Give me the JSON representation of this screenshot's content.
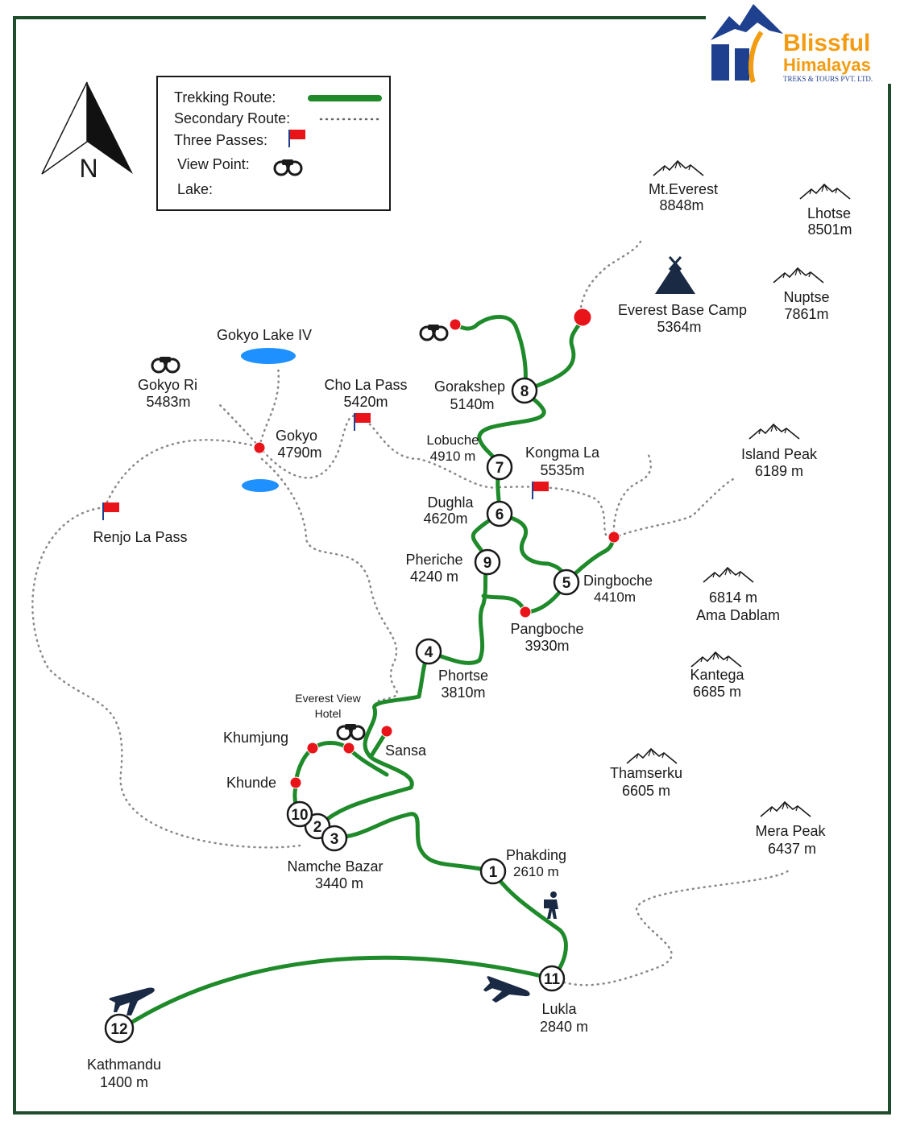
{
  "legend": {
    "trekking_route": "Trekking Route:",
    "secondary_route": "Secondary  Route:",
    "three_passes": "Three Passes:",
    "view_point": "View Point:",
    "lake": "Lake:"
  },
  "compass": {
    "north": "N"
  },
  "logo": {
    "line1": "Blissful",
    "line2": "Himalayas",
    "tagline": "TREKS & TOURS PVT. LTD."
  },
  "colors": {
    "route": "#1e8a2a",
    "frame": "#1f4d2b",
    "marker": "#e8141a",
    "lake": "#1e90ff",
    "logo_blue": "#1f3f8f",
    "logo_orange": "#f39c12"
  },
  "stops": [
    {
      "num": "1"
    },
    {
      "num": "2"
    },
    {
      "num": "3"
    },
    {
      "num": "4"
    },
    {
      "num": "5"
    },
    {
      "num": "6"
    },
    {
      "num": "7"
    },
    {
      "num": "8"
    },
    {
      "num": "9"
    },
    {
      "num": "10"
    },
    {
      "num": "11"
    },
    {
      "num": "12"
    }
  ],
  "places": {
    "phakding": {
      "name": "Phakding",
      "alt": "2610 m"
    },
    "namche": {
      "name": "Namche Bazar",
      "alt": "3440 m"
    },
    "phortse": {
      "name": "Phortse",
      "alt": "3810m"
    },
    "dingboche": {
      "name": "Dingboche",
      "alt": "4410m"
    },
    "dughla": {
      "name": "Dughla",
      "alt": "4620m"
    },
    "lobuche": {
      "name": "Lobuche",
      "alt": "4910 m"
    },
    "gorakshep": {
      "name": "Gorakshep",
      "alt": "5140m"
    },
    "pheriche": {
      "name": "Pheriche",
      "alt": "4240 m"
    },
    "pangboche": {
      "name": "Pangboche",
      "alt": "3930m"
    },
    "lukla": {
      "name": "Lukla",
      "alt": "2840 m"
    },
    "kathmandu": {
      "name": "Kathmandu",
      "alt": "1400 m"
    },
    "sansa": {
      "name": "Sansa"
    },
    "khumjung": {
      "name": "Khumjung"
    },
    "khunde": {
      "name": "Khunde"
    },
    "evh1": {
      "name": "Everest View"
    },
    "evh2": {
      "name": "Hotel"
    },
    "gokyo": {
      "name": "Gokyo",
      "alt": "4790m"
    },
    "gokyo_ri": {
      "name": "Gokyo Ri",
      "alt": "5483m"
    },
    "gokyo_lake": {
      "name": "Gokyo Lake IV"
    },
    "cho_la": {
      "name": "Cho La Pass",
      "alt": "5420m"
    },
    "kongma_la": {
      "name": "Kongma La",
      "alt": "5535m"
    },
    "renjo_la": {
      "name": "Renjo La Pass"
    },
    "ebc": {
      "name": "Everest Base Camp",
      "alt": "5364m"
    }
  },
  "peaks": {
    "everest": {
      "name": "Mt.Everest",
      "alt": "8848m"
    },
    "lhotse": {
      "name": "Lhotse",
      "alt": "8501m"
    },
    "nuptse": {
      "name": "Nuptse",
      "alt": "7861m"
    },
    "island": {
      "name": "Island Peak",
      "alt": "6189 m"
    },
    "ama_dablam": {
      "alt": "6814 m",
      "name": "Ama Dablam"
    },
    "kantega": {
      "name": "Kantega",
      "alt": "6685 m"
    },
    "thamserku": {
      "name": "Thamserku",
      "alt": "6605 m"
    },
    "mera": {
      "name": "Mera Peak",
      "alt": "6437 m"
    }
  }
}
